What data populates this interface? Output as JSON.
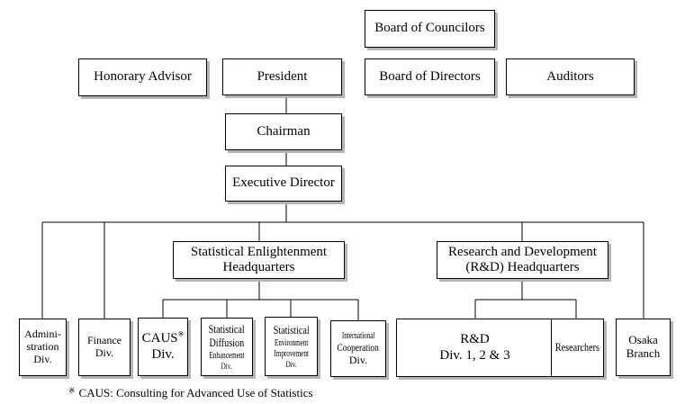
{
  "top": {
    "board_of_councilors": "Board of Councilors",
    "honorary_advisor": "Honorary Advisor",
    "president": "President",
    "board_of_directors": "Board of Directors",
    "auditors": "Auditors"
  },
  "chairman": "Chairman",
  "executive_director": "Executive Director",
  "hq": {
    "statistical": {
      "line1": "Statistical Enlightenment",
      "line2": "Headquarters"
    },
    "rd": {
      "line1": "Research and Development",
      "line2": "(R&D) Headquarters"
    }
  },
  "divisions": {
    "administration": {
      "line1": "Admini-",
      "line2": "stration",
      "line3": "Div."
    },
    "finance": {
      "line1": "Finance",
      "line2": "Div."
    },
    "caus": {
      "line1": "CAUS",
      "mark": "※",
      "line2": "Div."
    },
    "diffusion": {
      "line1": "Statistical",
      "line2": "Diffusion",
      "line3": "Enhancement",
      "line4": "Div."
    },
    "environment": {
      "line1": "Statistical",
      "line2": "Environment",
      "line3": "Improvement",
      "line4": "Div."
    },
    "international": {
      "line1": "International",
      "line2": "Cooperation",
      "line3": "Div."
    },
    "rd_div": {
      "line1": "R&D",
      "line2": "Div. 1, 2 & 3"
    },
    "researchers": "Researchers",
    "osaka": {
      "line1": "Osaka",
      "line2": "Branch"
    }
  },
  "footnote": {
    "mark": "※",
    "text": "CAUS: Consulting for Advanced Use of Statistics"
  }
}
